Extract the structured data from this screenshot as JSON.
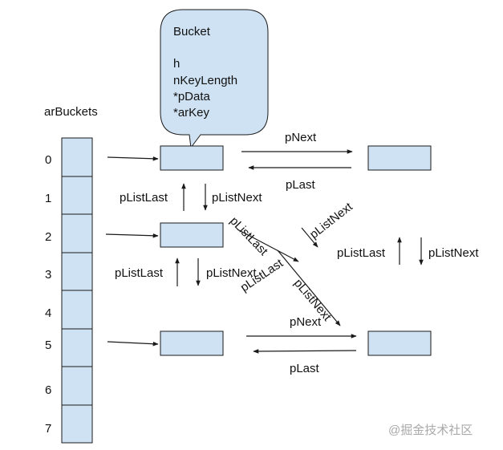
{
  "colors": {
    "box_fill": "#cfe2f3",
    "box_stroke": "#1a1a1a",
    "arrow": "#1a1a1a",
    "watermark": "#a9a9a9"
  },
  "title": "arBuckets",
  "bucket_callout": {
    "title": "Bucket",
    "fields": [
      "h",
      "nKeyLength",
      "*pData",
      "*arKey"
    ]
  },
  "bucket_indices": [
    "0",
    "1",
    "2",
    "3",
    "4",
    "5",
    "6",
    "7"
  ],
  "labels": {
    "p_next": "pNext",
    "p_last": "pLast",
    "p_list_last": "pListLast",
    "p_list_next": "pListNext"
  },
  "watermark": {
    "icon": "at-sign-icon",
    "text": "@掘金技术社区"
  }
}
